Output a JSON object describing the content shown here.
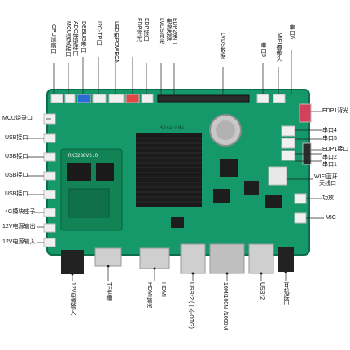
{
  "labels": {
    "top": {
      "cpu_fan": "CPU风扇口",
      "mcu_debug": "MCU调试接口",
      "adc_key": "ADC按键接口",
      "debug_serial": "DEBUG串口",
      "i2c_tp": "I2C-TP口",
      "led_power": "LED和POWEON",
      "edp_bl": "EDP背光",
      "edp_port": "EDP接口",
      "lvds_backlight": "LVDS背光",
      "lvds_power": "电源选择",
      "edp2": "EDP2接口",
      "lvds_data": "LVDS数据",
      "serial5": "串口5",
      "mipi_cam": "MIPI摄像头",
      "serial6": "串口6"
    },
    "left": {
      "mcu_serial": "MCU烧录口",
      "usb1": "USB接口",
      "usb2": "USB接口",
      "usb3": "USB接口",
      "usb4": "USB接口",
      "lte_slot": "4G模块座子",
      "power_out": "12V电源输出",
      "power_in": "12V电源输入"
    },
    "right": {
      "edp1_bl": "EDP1背光",
      "serial4": "串口4",
      "serial3": "串口3",
      "edp1": "EDP1接口",
      "serial2": "串口2",
      "serial1": "串口1",
      "wifi_bt": "WIFI蓝牙",
      "wifi_bt2": "天线口",
      "amp": "功放",
      "mic": "MIC"
    },
    "bottom": {
      "dc12v": "12V电源输入",
      "tf": "TF卡槽",
      "hdmi_out": "HDMI输出",
      "hdmi_in": "HDMI",
      "usb_otg": "USB*2 (一个OTG)",
      "eth": "10M/100M /1000M",
      "usb2x": "USB*2",
      "earphone": "耳机接口"
    }
  },
  "board": {
    "som_text": "RK3288V3.0",
    "brand_text": "Sinacode"
  }
}
